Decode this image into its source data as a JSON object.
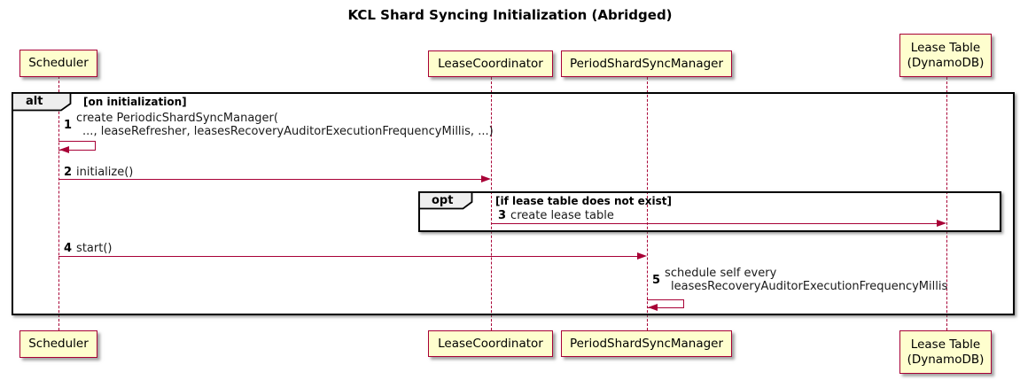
{
  "title": "KCL Shard Syncing Initialization (Abridged)",
  "colors": {
    "accent": "#A80036",
    "participant_fill": "#FEFECE",
    "frame_border": "#000000",
    "operator_badge_fill": "#EEEEEE"
  },
  "participants": [
    {
      "id": "scheduler",
      "label": "Scheduler"
    },
    {
      "id": "lease-coordinator",
      "label": "LeaseCoordinator"
    },
    {
      "id": "period-shard-sync-manager",
      "label": "PeriodShardSyncManager"
    },
    {
      "id": "lease-table",
      "label": "Lease Table",
      "label2": "(DynamoDB)"
    }
  ],
  "frames": {
    "alt": {
      "operator": "alt",
      "guard": "[on initialization]"
    },
    "opt": {
      "operator": "opt",
      "guard": "[if lease table does not exist]"
    }
  },
  "messages": [
    {
      "num": "1",
      "from": "scheduler",
      "to": "scheduler",
      "kind": "self",
      "line1": "create PeriodicShardSyncManager(",
      "line2": "..., leaseRefresher, leasesRecoveryAuditorExecutionFrequencyMillis, ...)"
    },
    {
      "num": "2",
      "from": "scheduler",
      "to": "lease-coordinator",
      "kind": "solid",
      "text": "initialize()"
    },
    {
      "num": "3",
      "from": "lease-coordinator",
      "to": "lease-table",
      "kind": "solid",
      "text": "create lease table"
    },
    {
      "num": "4",
      "from": "scheduler",
      "to": "period-shard-sync-manager",
      "kind": "solid",
      "text": "start()"
    },
    {
      "num": "5",
      "from": "period-shard-sync-manager",
      "to": "period-shard-sync-manager",
      "kind": "self",
      "line1": "schedule self every",
      "line2": "leasesRecoveryAuditorExecutionFrequencyMillis"
    }
  ]
}
